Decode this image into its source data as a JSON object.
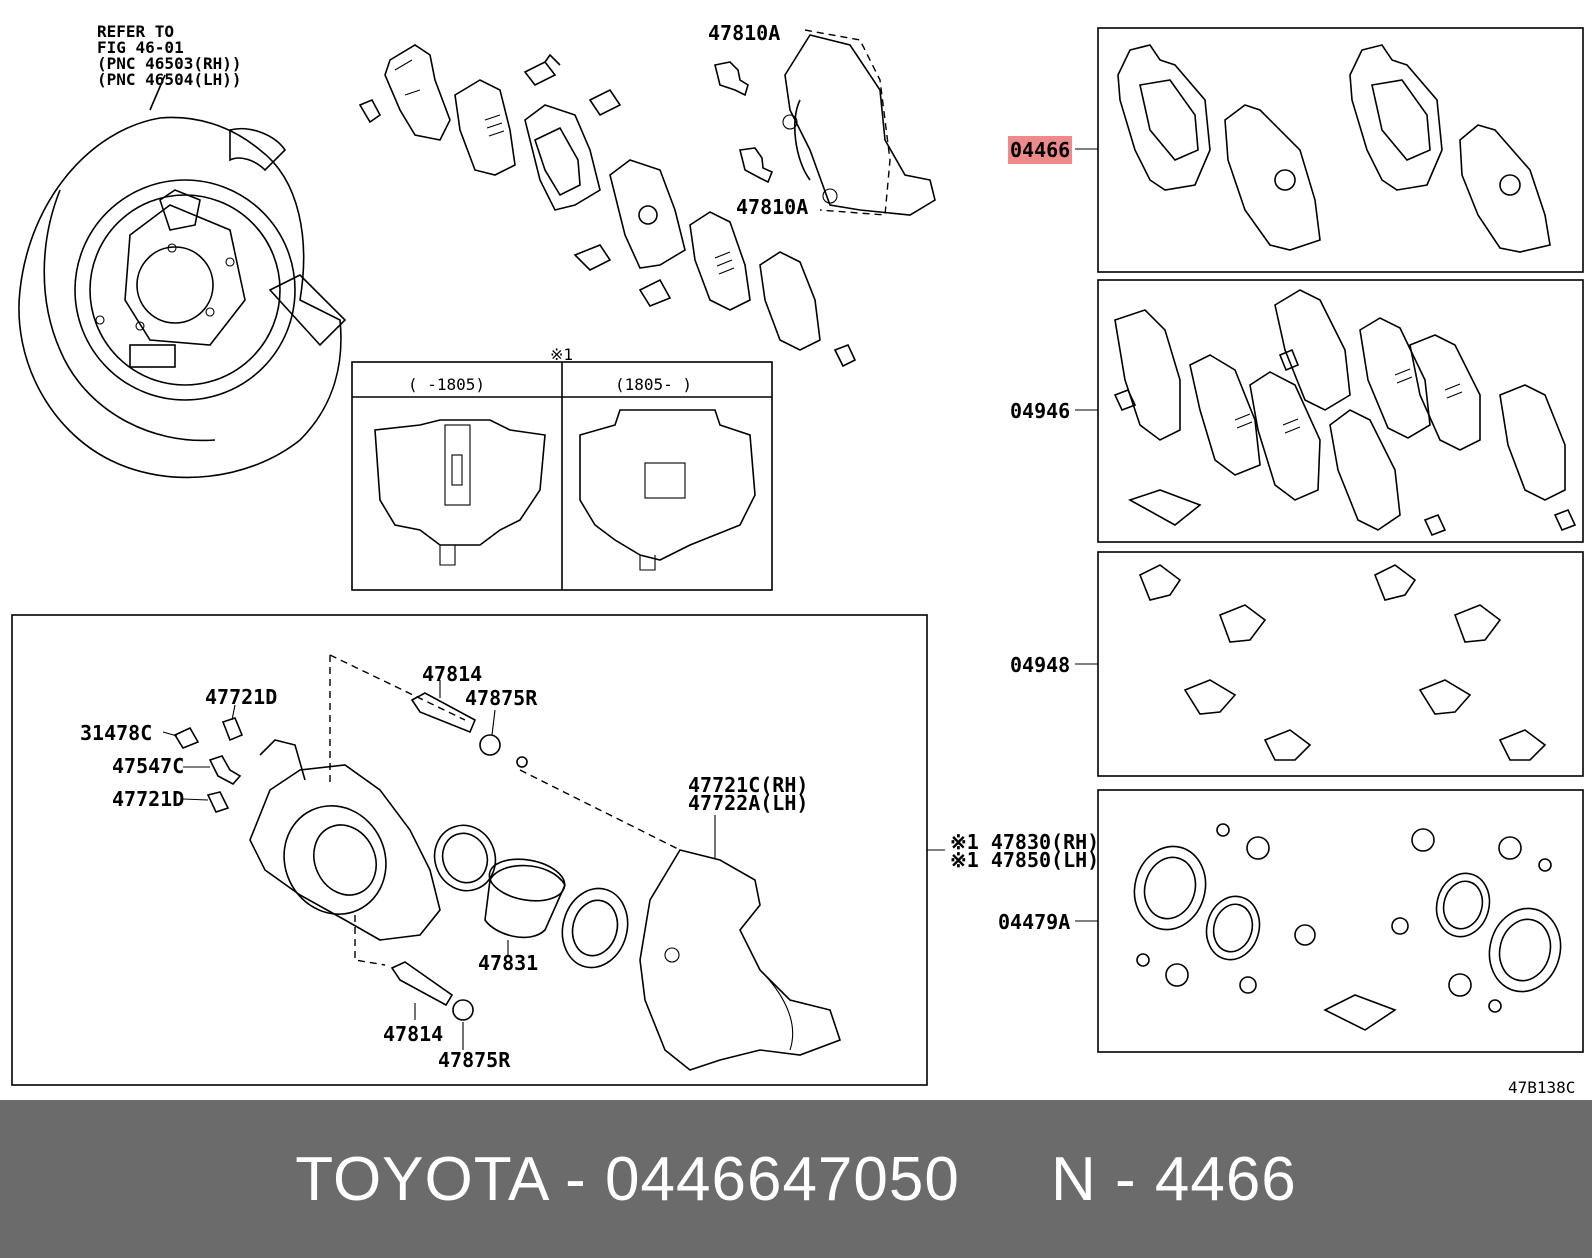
{
  "refer": {
    "line1": "REFER TO",
    "line2": "FIG 46-01",
    "line3": "(PNC 46503(RH))",
    "line4": "(PNC 46504(LH))"
  },
  "labels": {
    "p47810a_top": "47810A",
    "p47810a_bottom": "47810A",
    "p04466": "04466",
    "p04946": "04946",
    "p04948": "04948",
    "p04479a": "04479A",
    "p47830": "※1 47830(RH)",
    "p47850": "※1 47850(LH)",
    "p47814_top": "47814",
    "p47875r_top": "47875R",
    "p47721d_top": "47721D",
    "p31478c": "31478C",
    "p47547c": "47547C",
    "p47721d_bottom": "47721D",
    "p47721c": "47721C(RH)",
    "p47722a": "47722A(LH)",
    "p47831": "47831",
    "p47814_bottom": "47814",
    "p47875r_bottom": "47875R"
  },
  "inset": {
    "marker": "※1",
    "left_caption": "(    -1805)",
    "right_caption": "(1805-    )"
  },
  "figure_code": "47B138C",
  "highlight_color": "#ef8a8a",
  "footer": {
    "text": "TOYOTA - 0446647050     N - 4466",
    "background": "#6b6b6b"
  }
}
